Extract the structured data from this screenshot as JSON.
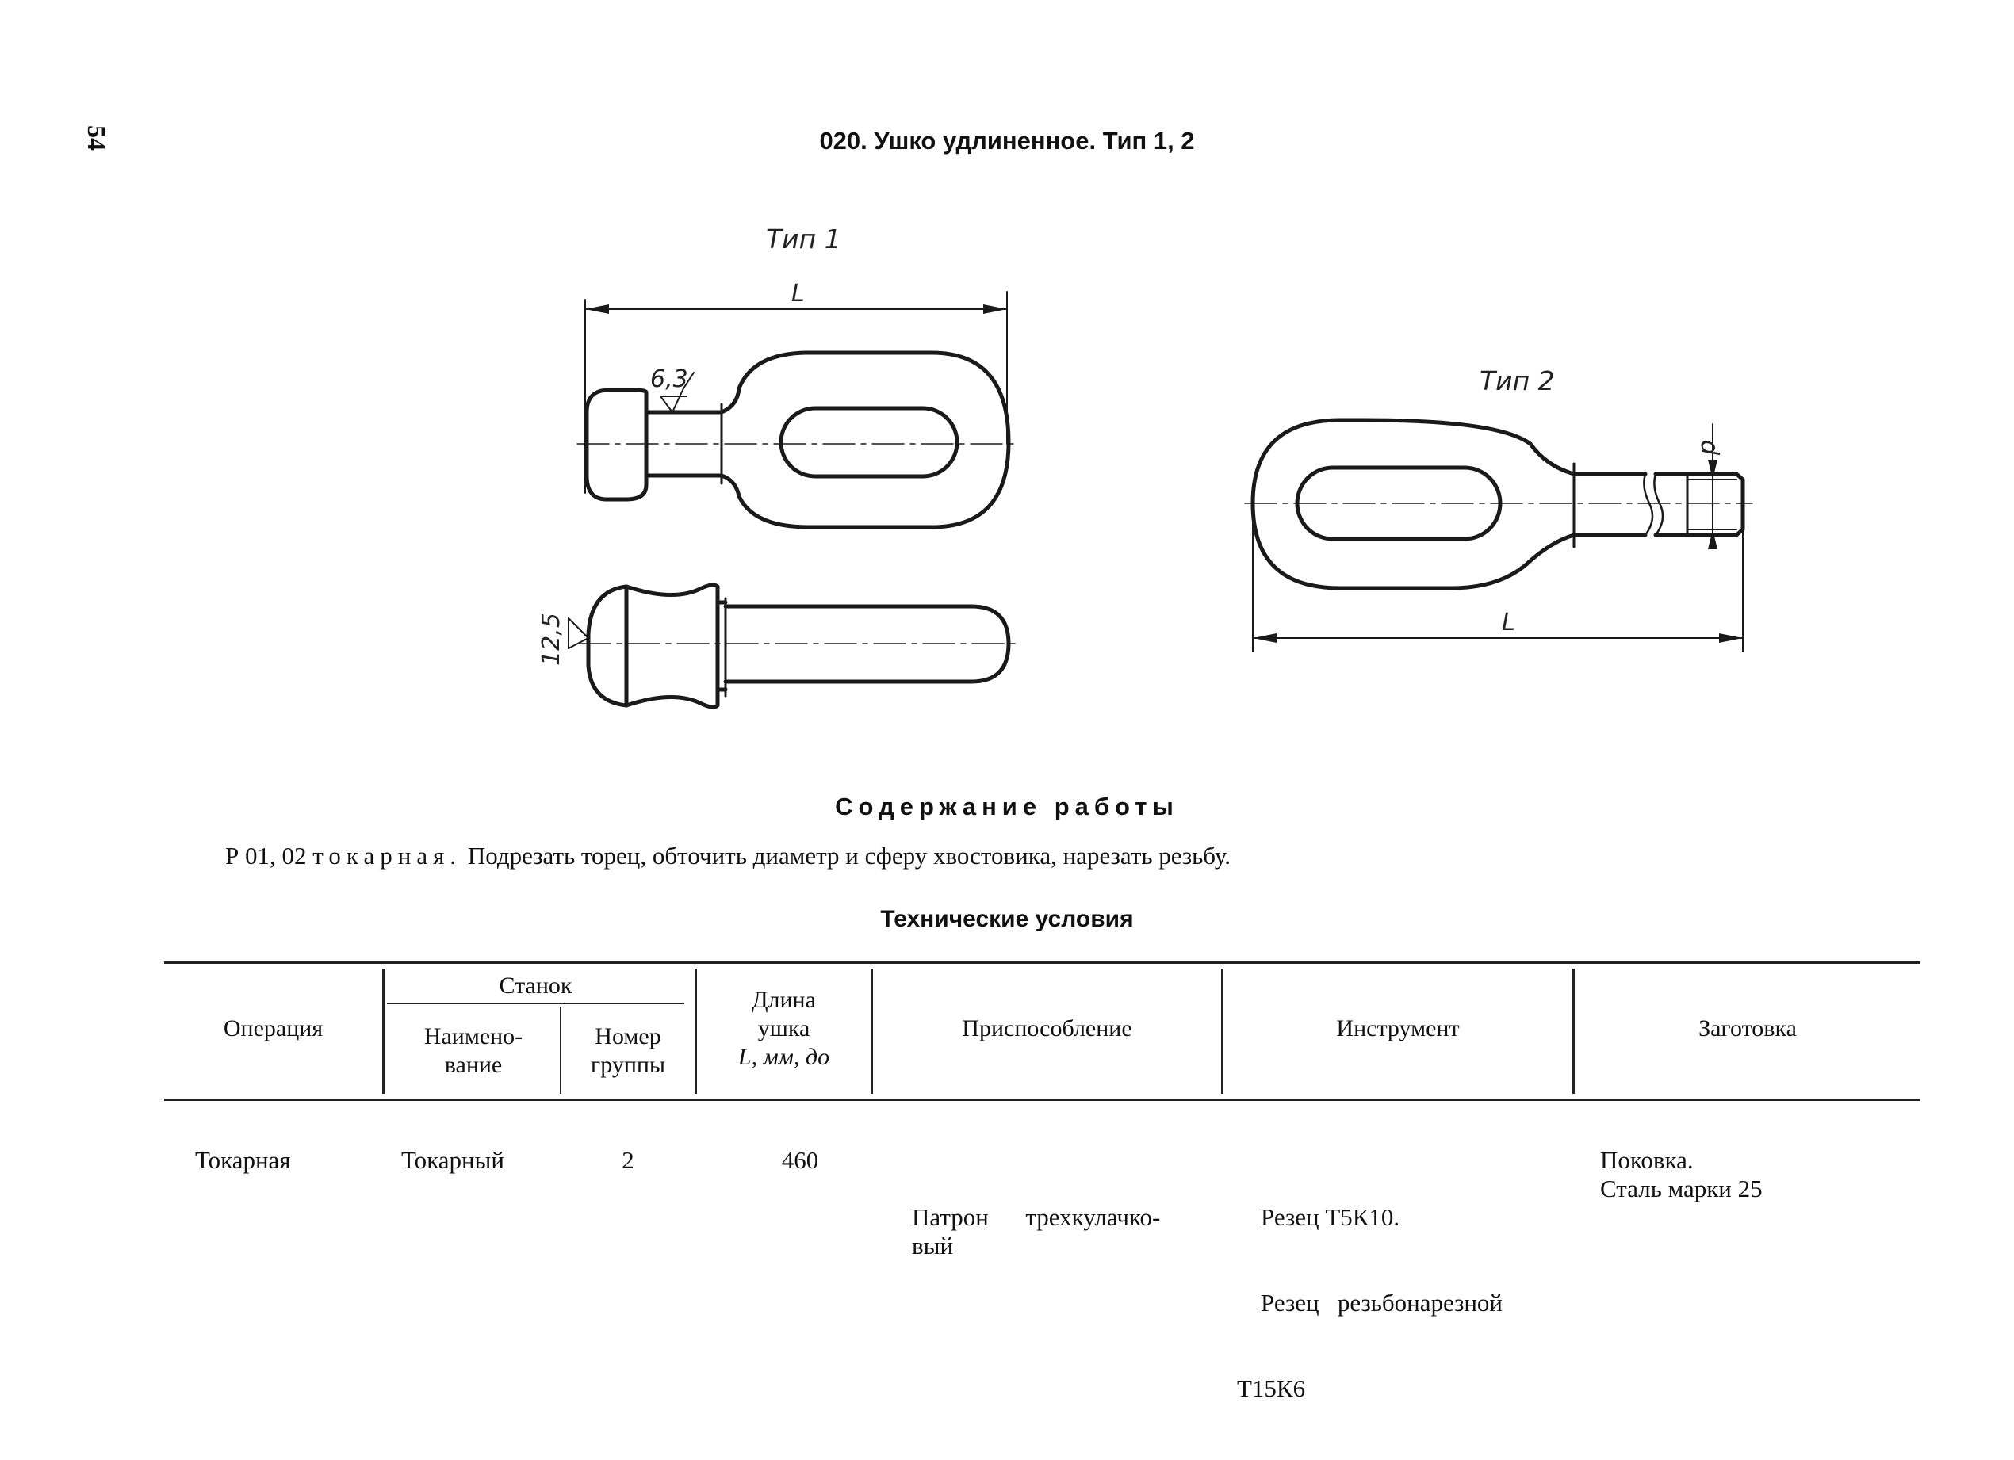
{
  "page": {
    "number": "54",
    "title": "020. Ушко удлиненное. Тип 1, 2"
  },
  "drawing": {
    "type1_label": "Тип 1",
    "type2_label": "Тип 2",
    "dim_L": "L",
    "dim_d": "d",
    "roughness_1": "6,3",
    "roughness_2": "12,5"
  },
  "content": {
    "heading": "Содержание работы",
    "op_code": "Р 01, 02",
    "op_name": "токарная.",
    "op_text": "Подрезать торец, обточить диаметр и   сферу хвостовика, нарезать резьбу."
  },
  "tech": {
    "heading": "Технические условия",
    "headers": {
      "operation": "Операция",
      "machine": "Станок",
      "machine_name": [
        "Наимено-",
        "вание"
      ],
      "machine_group": [
        "Номер",
        "группы"
      ],
      "length": [
        "Длина",
        "ушка",
        "L, мм, до"
      ],
      "fixture": "Приспособление",
      "tool": "Инструмент",
      "blank": "Заготовка"
    },
    "row": {
      "operation": "Токарная",
      "machine_name": "Токарный",
      "machine_group": "2",
      "length": "460",
      "fixture": [
        "Патрон      трехкулачко-",
        "вый"
      ],
      "tool": [
        "Резец Т5К10.",
        "Резец   резьбонарезной",
        "Т15К6"
      ],
      "blank": [
        "Поковка.",
        "Сталь марки 25"
      ]
    }
  }
}
